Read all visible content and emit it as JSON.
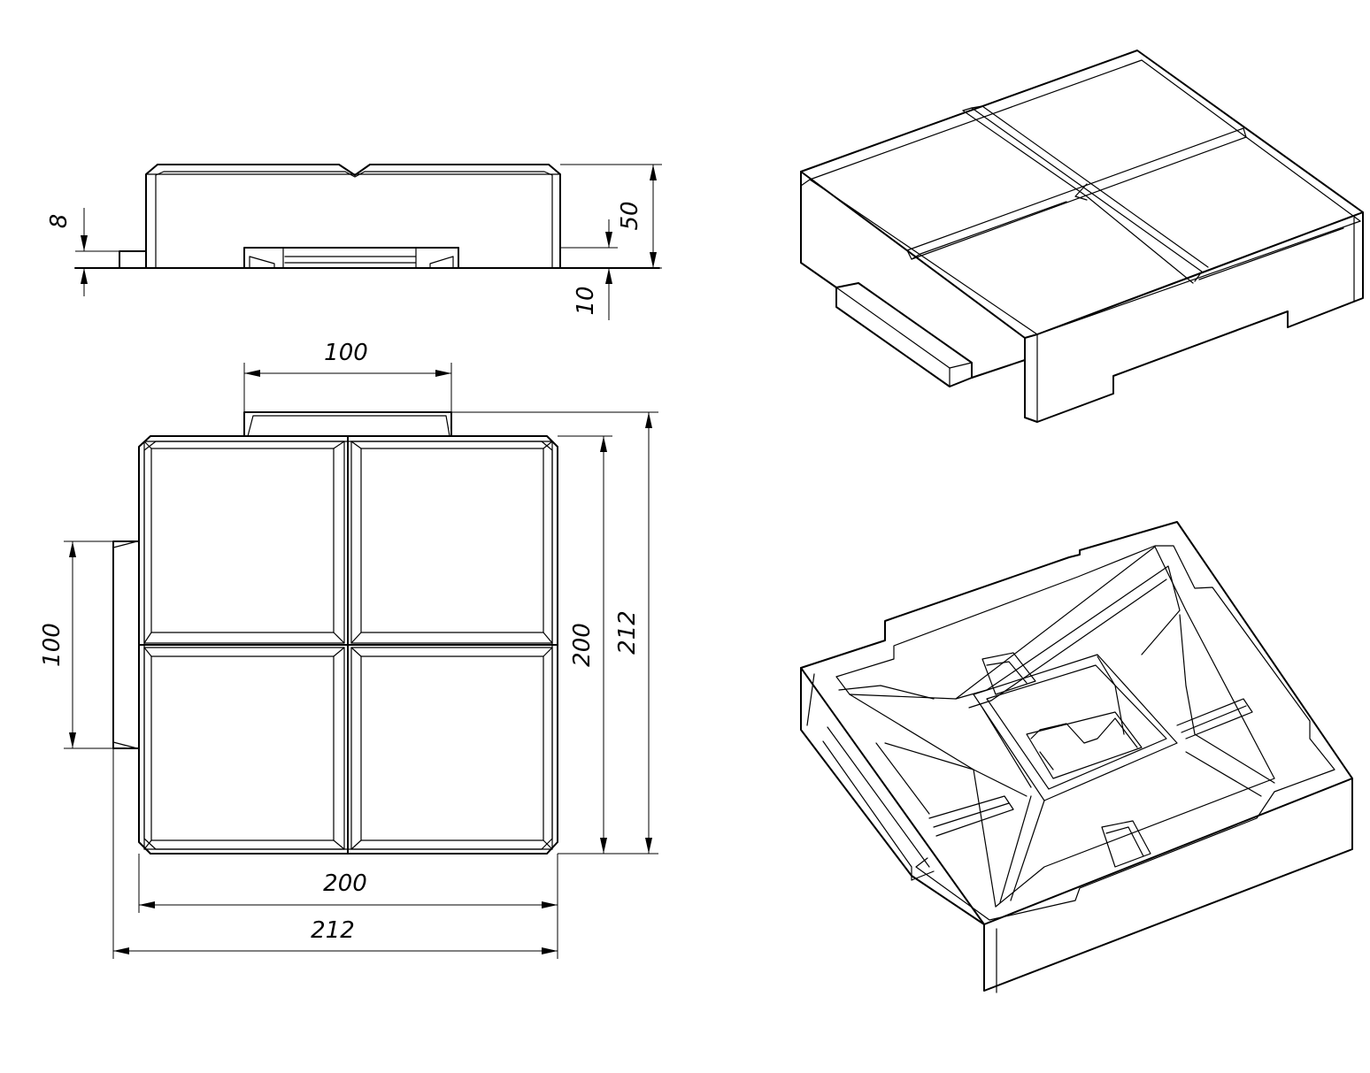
{
  "dimensions": {
    "side_lip_height": "8",
    "side_total_height": "50",
    "side_foot_height": "10",
    "top_tab_width": "100",
    "left_tab_length": "100",
    "inner_height": "200",
    "outer_height": "212",
    "inner_width": "200",
    "outer_width": "212"
  },
  "colors": {
    "line": "#000000",
    "background": "#ffffff"
  }
}
